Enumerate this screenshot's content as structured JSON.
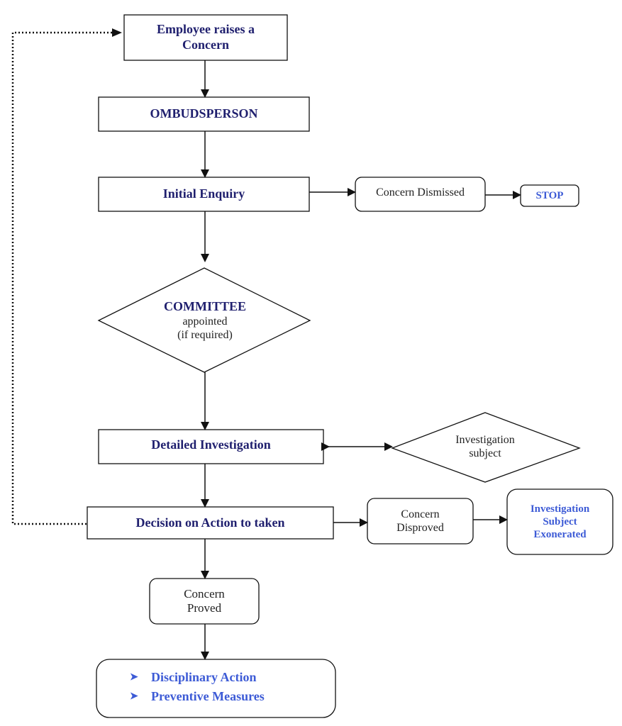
{
  "nodes": {
    "employee": {
      "line1": "Employee raises a",
      "line2": "Concern"
    },
    "ombudsperson": {
      "label": "OMBUDSPERSON"
    },
    "initial_enquiry": {
      "label": "Initial Enquiry"
    },
    "concern_dismissed": {
      "label": "Concern Dismissed"
    },
    "stop": {
      "label": "STOP"
    },
    "committee": {
      "line1": "COMMITTEE",
      "line2": "appointed",
      "line3": "(if required)"
    },
    "detailed_investigation": {
      "label": "Detailed Investigation"
    },
    "investigation_subject": {
      "line1": "Investigation",
      "line2": "subject"
    },
    "decision": {
      "label": "Decision on Action to taken"
    },
    "concern_disproved": {
      "line1": "Concern",
      "line2": "Disproved"
    },
    "exonerated": {
      "line1": "Investigation",
      "line2": "Subject",
      "line3": "Exonerated"
    },
    "concern_proved": {
      "line1": "Concern",
      "line2": "Proved"
    },
    "outcomes": {
      "bullet_glyph": "➤",
      "items": [
        "Disciplinary Action",
        "Preventive Measures"
      ]
    }
  },
  "colors": {
    "navy_text": "#1f1f6e",
    "blue_text": "#3d5bd6",
    "line": "#111111"
  }
}
